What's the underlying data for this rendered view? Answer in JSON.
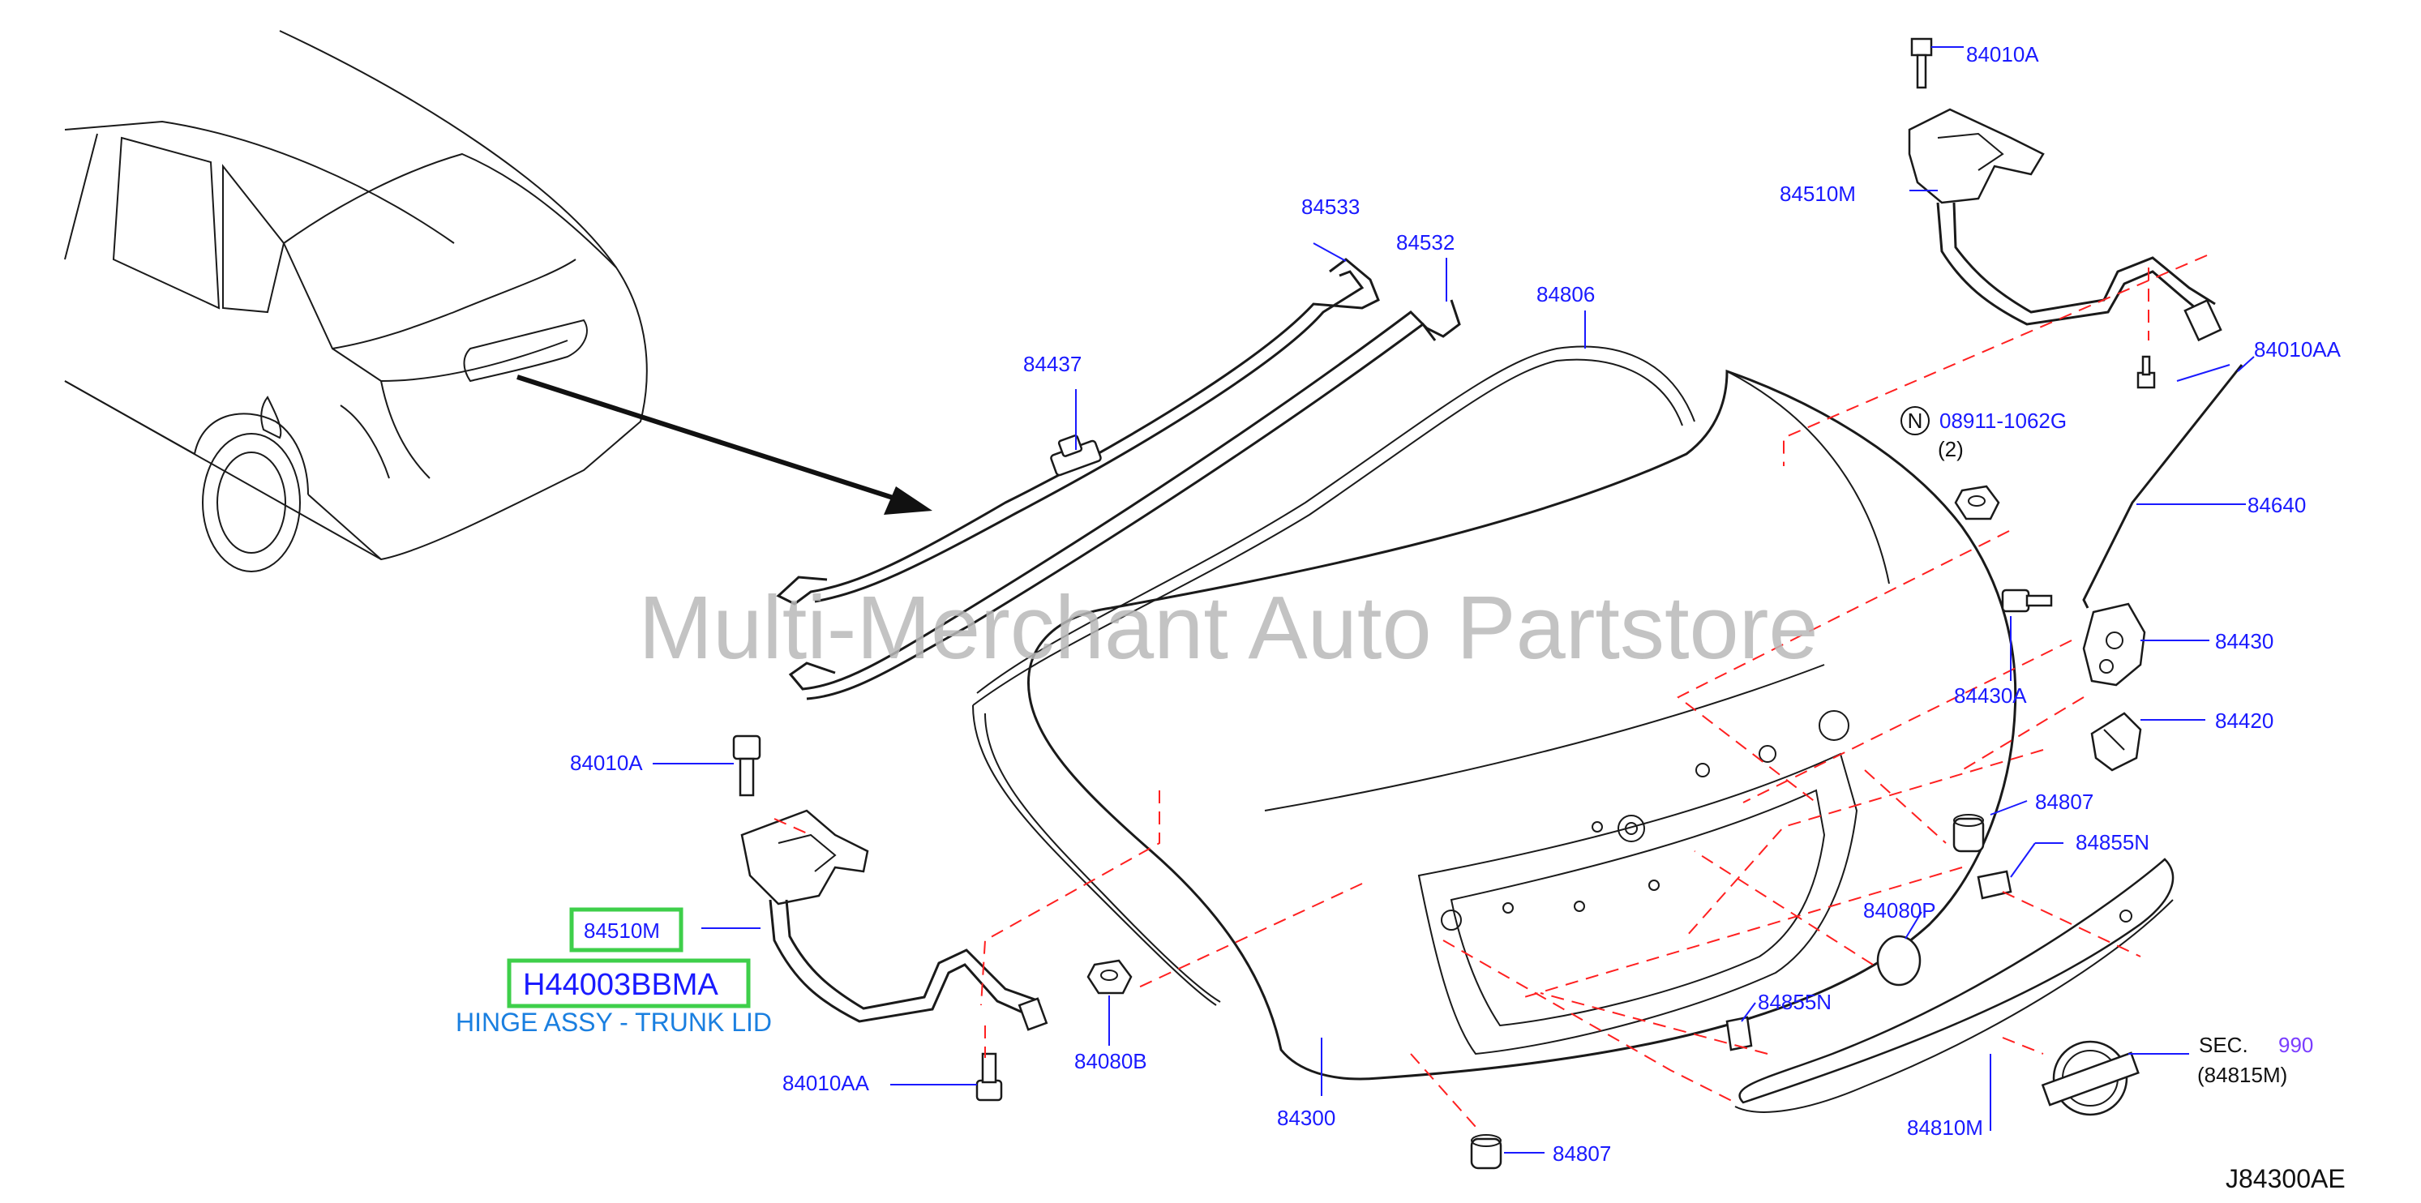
{
  "diagram": {
    "watermark": "Multi-Merchant Auto Partstore",
    "diagram_id": "J84300AE",
    "highlight": {
      "part_number": "84510M",
      "oem_code": "H44003BBMA",
      "description": "HINGE ASSY - TRUNK LID",
      "color": "#3ecf4a"
    },
    "labels": {
      "p84010A_top": "84010A",
      "p84510M_right": "84510M",
      "p84533": "84533",
      "p84532": "84532",
      "p84806": "84806",
      "p84437": "84437",
      "p84010AA_right": "84010AA",
      "n_symbol": "N",
      "p08911": "08911-1062G",
      "qty_2": "(2)",
      "p84640": "84640",
      "p84430": "84430",
      "p84430A": "84430A",
      "p84420": "84420",
      "p84807_right": "84807",
      "p84855N_right": "84855N",
      "p84080P": "84080P",
      "p84855N_mid": "84855N",
      "p84010A_left": "84010A",
      "p84010AA_left": "84010AA",
      "p84080B": "84080B",
      "p84300": "84300",
      "p84807_bottom": "84807",
      "p84810M": "84810M",
      "sec_label": "SEC.",
      "sec_number": "990",
      "p84815M": "(84815M)"
    },
    "colors": {
      "callout": "#1a1aff",
      "leader": "#1a1aff",
      "dashed_reference": "#ff2020",
      "watermark": "#b9b9b9"
    }
  }
}
